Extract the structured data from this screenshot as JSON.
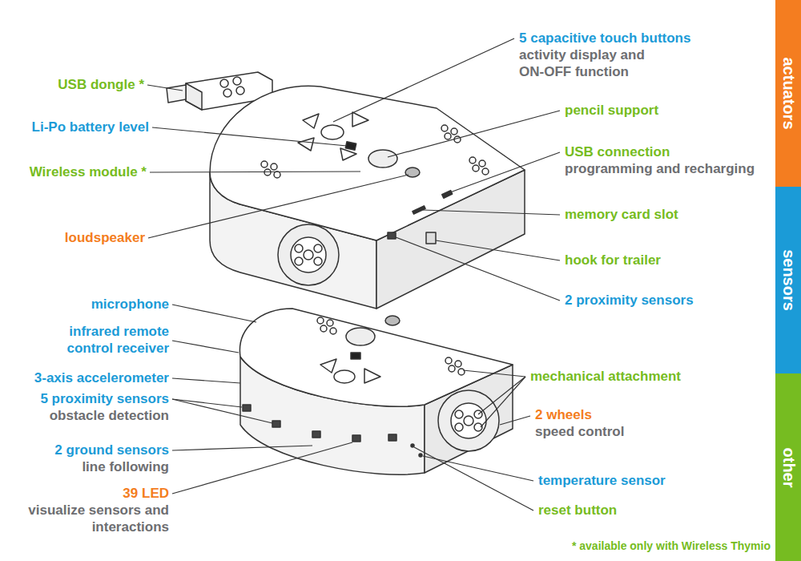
{
  "diagram": {
    "labels": [
      "USB dongle *",
      "5 capacitive touch buttons",
      "activity display and ON-OFF function",
      "Li-Po battery level",
      "pencil support",
      "USB connection",
      "programming and recharging",
      "Wireless module *",
      "memory card slot",
      "loudspeaker",
      "hook for trailer",
      "2 proximity sensors",
      "microphone",
      "infrared remote control receiver",
      "3-axis accelerometer",
      "mechanical attachment",
      "5 proximity sensors",
      "obstacle detection",
      "2 wheels",
      "speed control",
      "2 ground sensors",
      "line following",
      "temperature sensor",
      "39 LED",
      "visualize sensors and interactions",
      "reset button",
      "* available only with Wireless Thymio"
    ],
    "legend": [
      {
        "text": "actuators",
        "color": "#f47d20"
      },
      {
        "text": "sensors",
        "color": "#1b9bd7"
      },
      {
        "text": "other",
        "color": "#76bc21"
      }
    ]
  }
}
